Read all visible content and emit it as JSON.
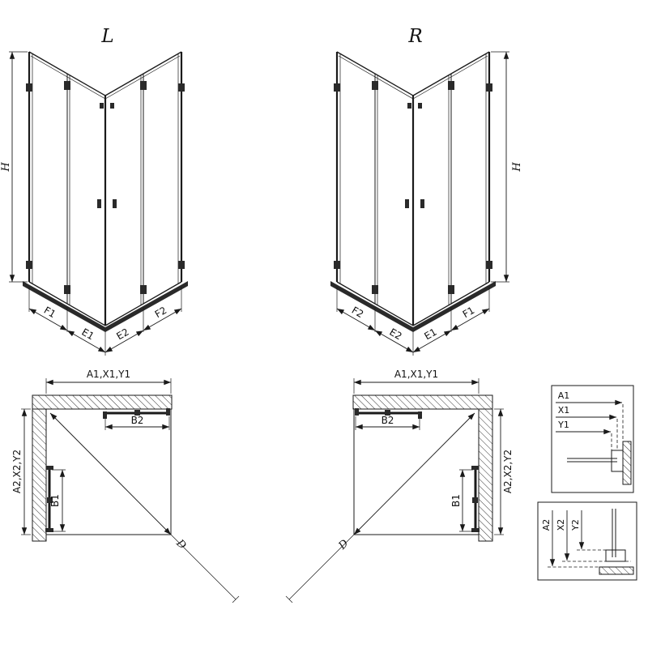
{
  "front_views": {
    "left": {
      "title": "L",
      "height_label": "H",
      "bottom_dims": {
        "outer_left": "F1",
        "inner_left": "E1",
        "inner_right": "E2",
        "outer_right": "F2"
      }
    },
    "right": {
      "title": "R",
      "height_label": "H",
      "bottom_dims": {
        "outer_left": "F2",
        "inner_left": "E2",
        "inner_right": "E1",
        "outer_right": "F1"
      }
    }
  },
  "plan_views": {
    "left": {
      "width_dim": "A1,X1,Y1",
      "depth_dim": "A2,X2,Y2",
      "top_door_dim": "B2",
      "side_door_dim": "B1",
      "diagonal_dim": "D"
    },
    "right": {
      "width_dim": "A1,X1,Y1",
      "depth_dim": "A2,X2,Y2",
      "top_door_dim": "B2",
      "side_door_dim": "B1",
      "diagonal_dim": "D"
    }
  },
  "detail_views": {
    "horizontal_refs": {
      "labels": [
        "A1",
        "X1",
        "Y1"
      ]
    },
    "vertical_refs": {
      "labels": [
        "A2",
        "X2",
        "Y2"
      ]
    }
  },
  "colors": {
    "line": "#1a1a1a",
    "background": "#ffffff"
  }
}
